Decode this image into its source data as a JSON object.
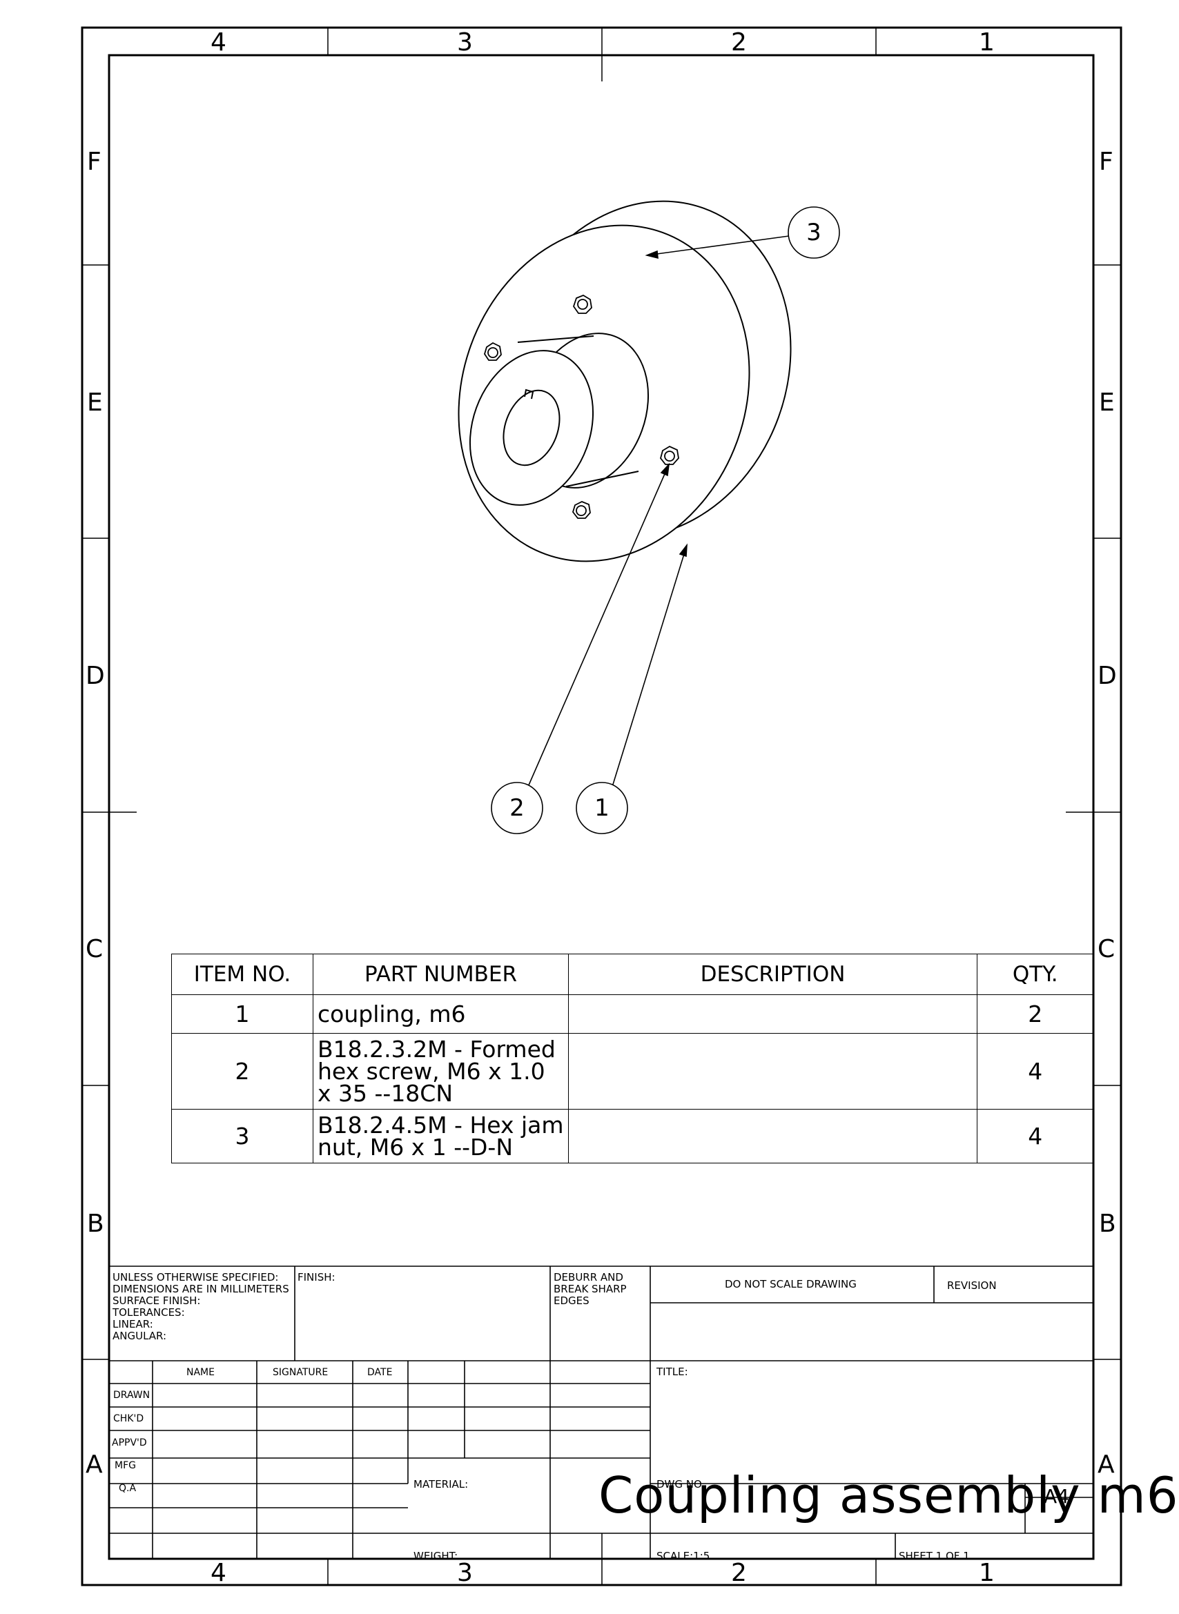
{
  "zones": {
    "columns": [
      "4",
      "3",
      "2",
      "1"
    ],
    "rows": [
      "F",
      "E",
      "D",
      "C",
      "B",
      "A"
    ]
  },
  "balloons": [
    "3",
    "2",
    "1"
  ],
  "bom": {
    "headers": [
      "ITEM NO.",
      "PART NUMBER",
      "DESCRIPTION",
      "QTY."
    ],
    "rows": [
      {
        "item": "1",
        "part": "coupling, m6",
        "description": "",
        "qty": "2"
      },
      {
        "item": "2",
        "part": "B18.2.3.2M - Formed hex screw, M6 x 1.0 x 35 --18CN",
        "description": "",
        "qty": "4"
      },
      {
        "item": "3",
        "part": "B18.2.4.5M - Hex jam nut,  M6 x 1 --D-N",
        "description": "",
        "qty": "4"
      }
    ]
  },
  "title_block": {
    "spec_note": "UNLESS OTHERWISE SPECIFIED:\nDIMENSIONS ARE IN MILLIMETERS\nSURFACE FINISH:\nTOLERANCES:\n   LINEAR:\n   ANGULAR:",
    "finish_label": "FINISH:",
    "deburr_label": "DEBURR AND\nBREAK SHARP\nEDGES",
    "do_not_scale": "DO NOT SCALE DRAWING",
    "revision_label": "REVISION",
    "title_label": "TITLE:",
    "col_name": "NAME",
    "col_signature": "SIGNATURE",
    "col_date": "DATE",
    "rows": [
      "DRAWN",
      "CHK'D",
      "APPV'D",
      "MFG",
      "Q.A"
    ],
    "material_label": "MATERIAL:",
    "weight_label": "WEIGHT:",
    "dwg_no_label": "DWG NO.",
    "dwg_title": "Coupling assembly m6",
    "sheet_size": "A4",
    "scale": "SCALE:1:5",
    "sheet": "SHEET 1 OF 1"
  }
}
